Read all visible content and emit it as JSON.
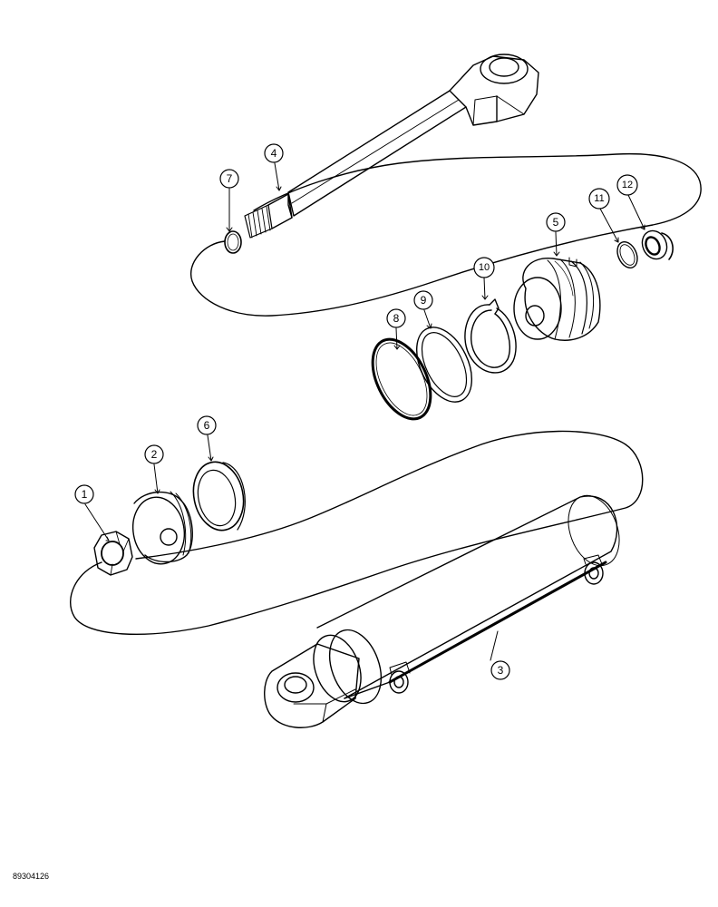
{
  "figure_code": "89304126",
  "callouts": [
    {
      "id": "c1",
      "label": "1"
    },
    {
      "id": "c2",
      "label": "2"
    },
    {
      "id": "c3",
      "label": "3"
    },
    {
      "id": "c4",
      "label": "4"
    },
    {
      "id": "c5",
      "label": "5"
    },
    {
      "id": "c6",
      "label": "6"
    },
    {
      "id": "c7",
      "label": "7"
    },
    {
      "id": "c8",
      "label": "8"
    },
    {
      "id": "c9",
      "label": "9"
    },
    {
      "id": "c10",
      "label": "10"
    },
    {
      "id": "c11",
      "label": "11"
    },
    {
      "id": "c12",
      "label": "12"
    }
  ]
}
